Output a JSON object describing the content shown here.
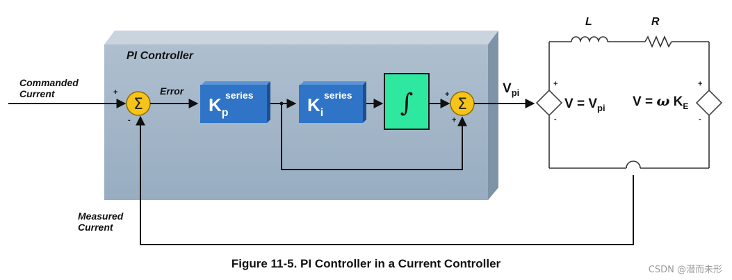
{
  "block_diagram": {
    "controller_title": "PI Controller",
    "input_label": [
      "Commanded",
      "Current"
    ],
    "feedback_label": [
      "Measured",
      "Current"
    ],
    "error_label": "Error",
    "kp_block": {
      "main": "K",
      "sub": "p",
      "sup": "series"
    },
    "ki_block": {
      "main": "K",
      "sub": "i",
      "sup": "series"
    },
    "integrator_symbol": "∫",
    "sum_symbol": "Σ",
    "output_label": {
      "main": "V",
      "sub": "pi"
    },
    "signs": {
      "plus": "+",
      "minus": "-"
    },
    "source_left": {
      "text": "V = V",
      "sub": "pi"
    },
    "source_right": {
      "text": "V = ",
      "omega": "ω",
      "k": " K",
      "sub": "E"
    },
    "inductor_label": "L",
    "resistor_label": "R",
    "colors": {
      "controller_bg": "#a3b7c9",
      "block_blue": "#2f74c6",
      "integrator_green": "#2fe8a0",
      "sum_yellow": "#f6c31a"
    }
  },
  "caption": "Figure 11-5. PI Controller in a Current Controller",
  "watermark": "CSDN @潜而未形"
}
